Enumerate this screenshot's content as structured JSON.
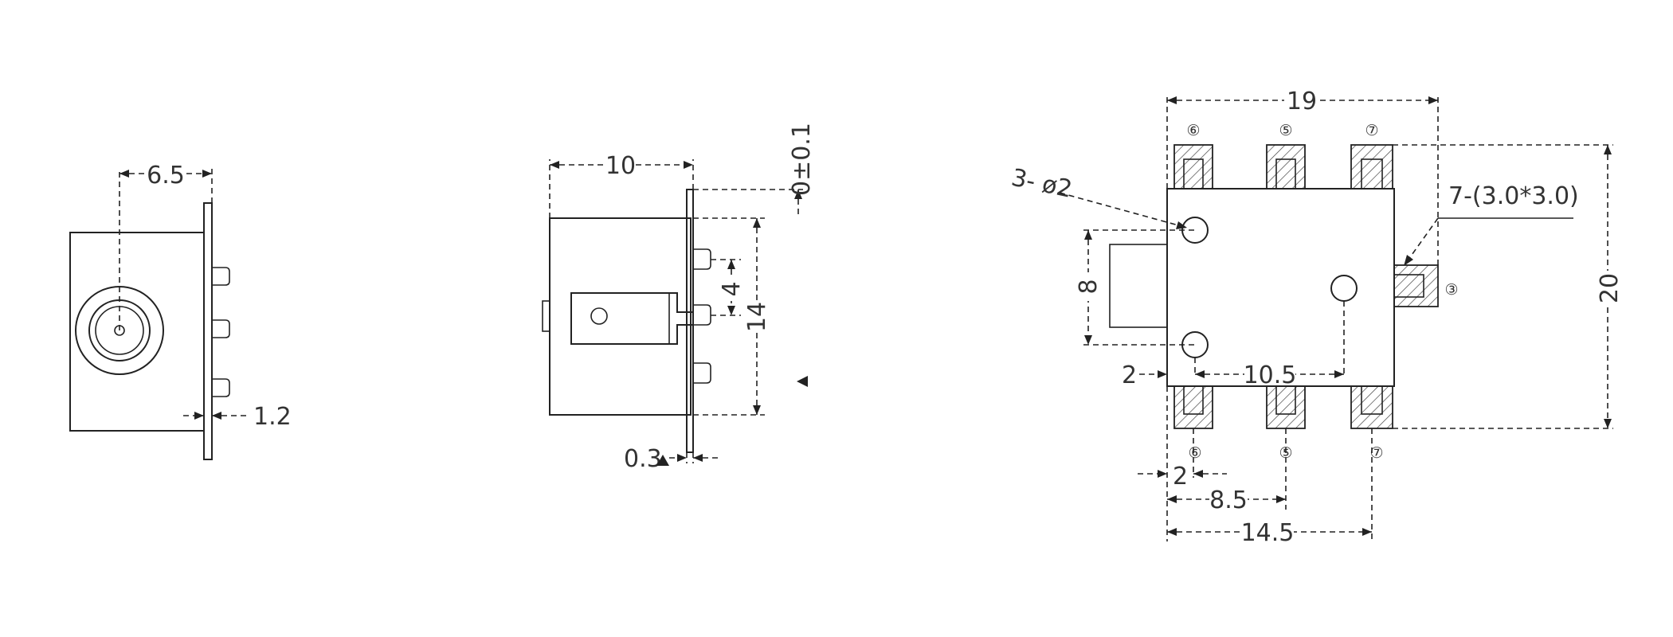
{
  "side_view": {
    "dim_width": "6.5",
    "dim_flange": "1.2"
  },
  "front_view": {
    "dim_depth": "10",
    "dim_offset": "0±0.1",
    "dim_pitch": "4",
    "dim_height": "14",
    "dim_plate": "0.3"
  },
  "top_view": {
    "dim_total_width": "19",
    "dim_holes": "3- ø2",
    "dim_pads": "7-(3.0*3.0)",
    "dim_total_height": "20",
    "dim_plug": "8",
    "dim_left": "2",
    "dim_spacing": "10.5",
    "dim_bottom_left": "2",
    "dim_bottom_mid": "8.5",
    "dim_bottom_total": "14.5",
    "pins": {
      "top_left": "⑥",
      "top_mid": "⑤",
      "top_right": "⑦",
      "side_right": "③",
      "bottom_left": "⑥",
      "bottom_mid": "⑤",
      "bottom_right": "⑦"
    }
  },
  "colors": {
    "line": "#222222",
    "text": "#333333",
    "background": "#ffffff"
  }
}
